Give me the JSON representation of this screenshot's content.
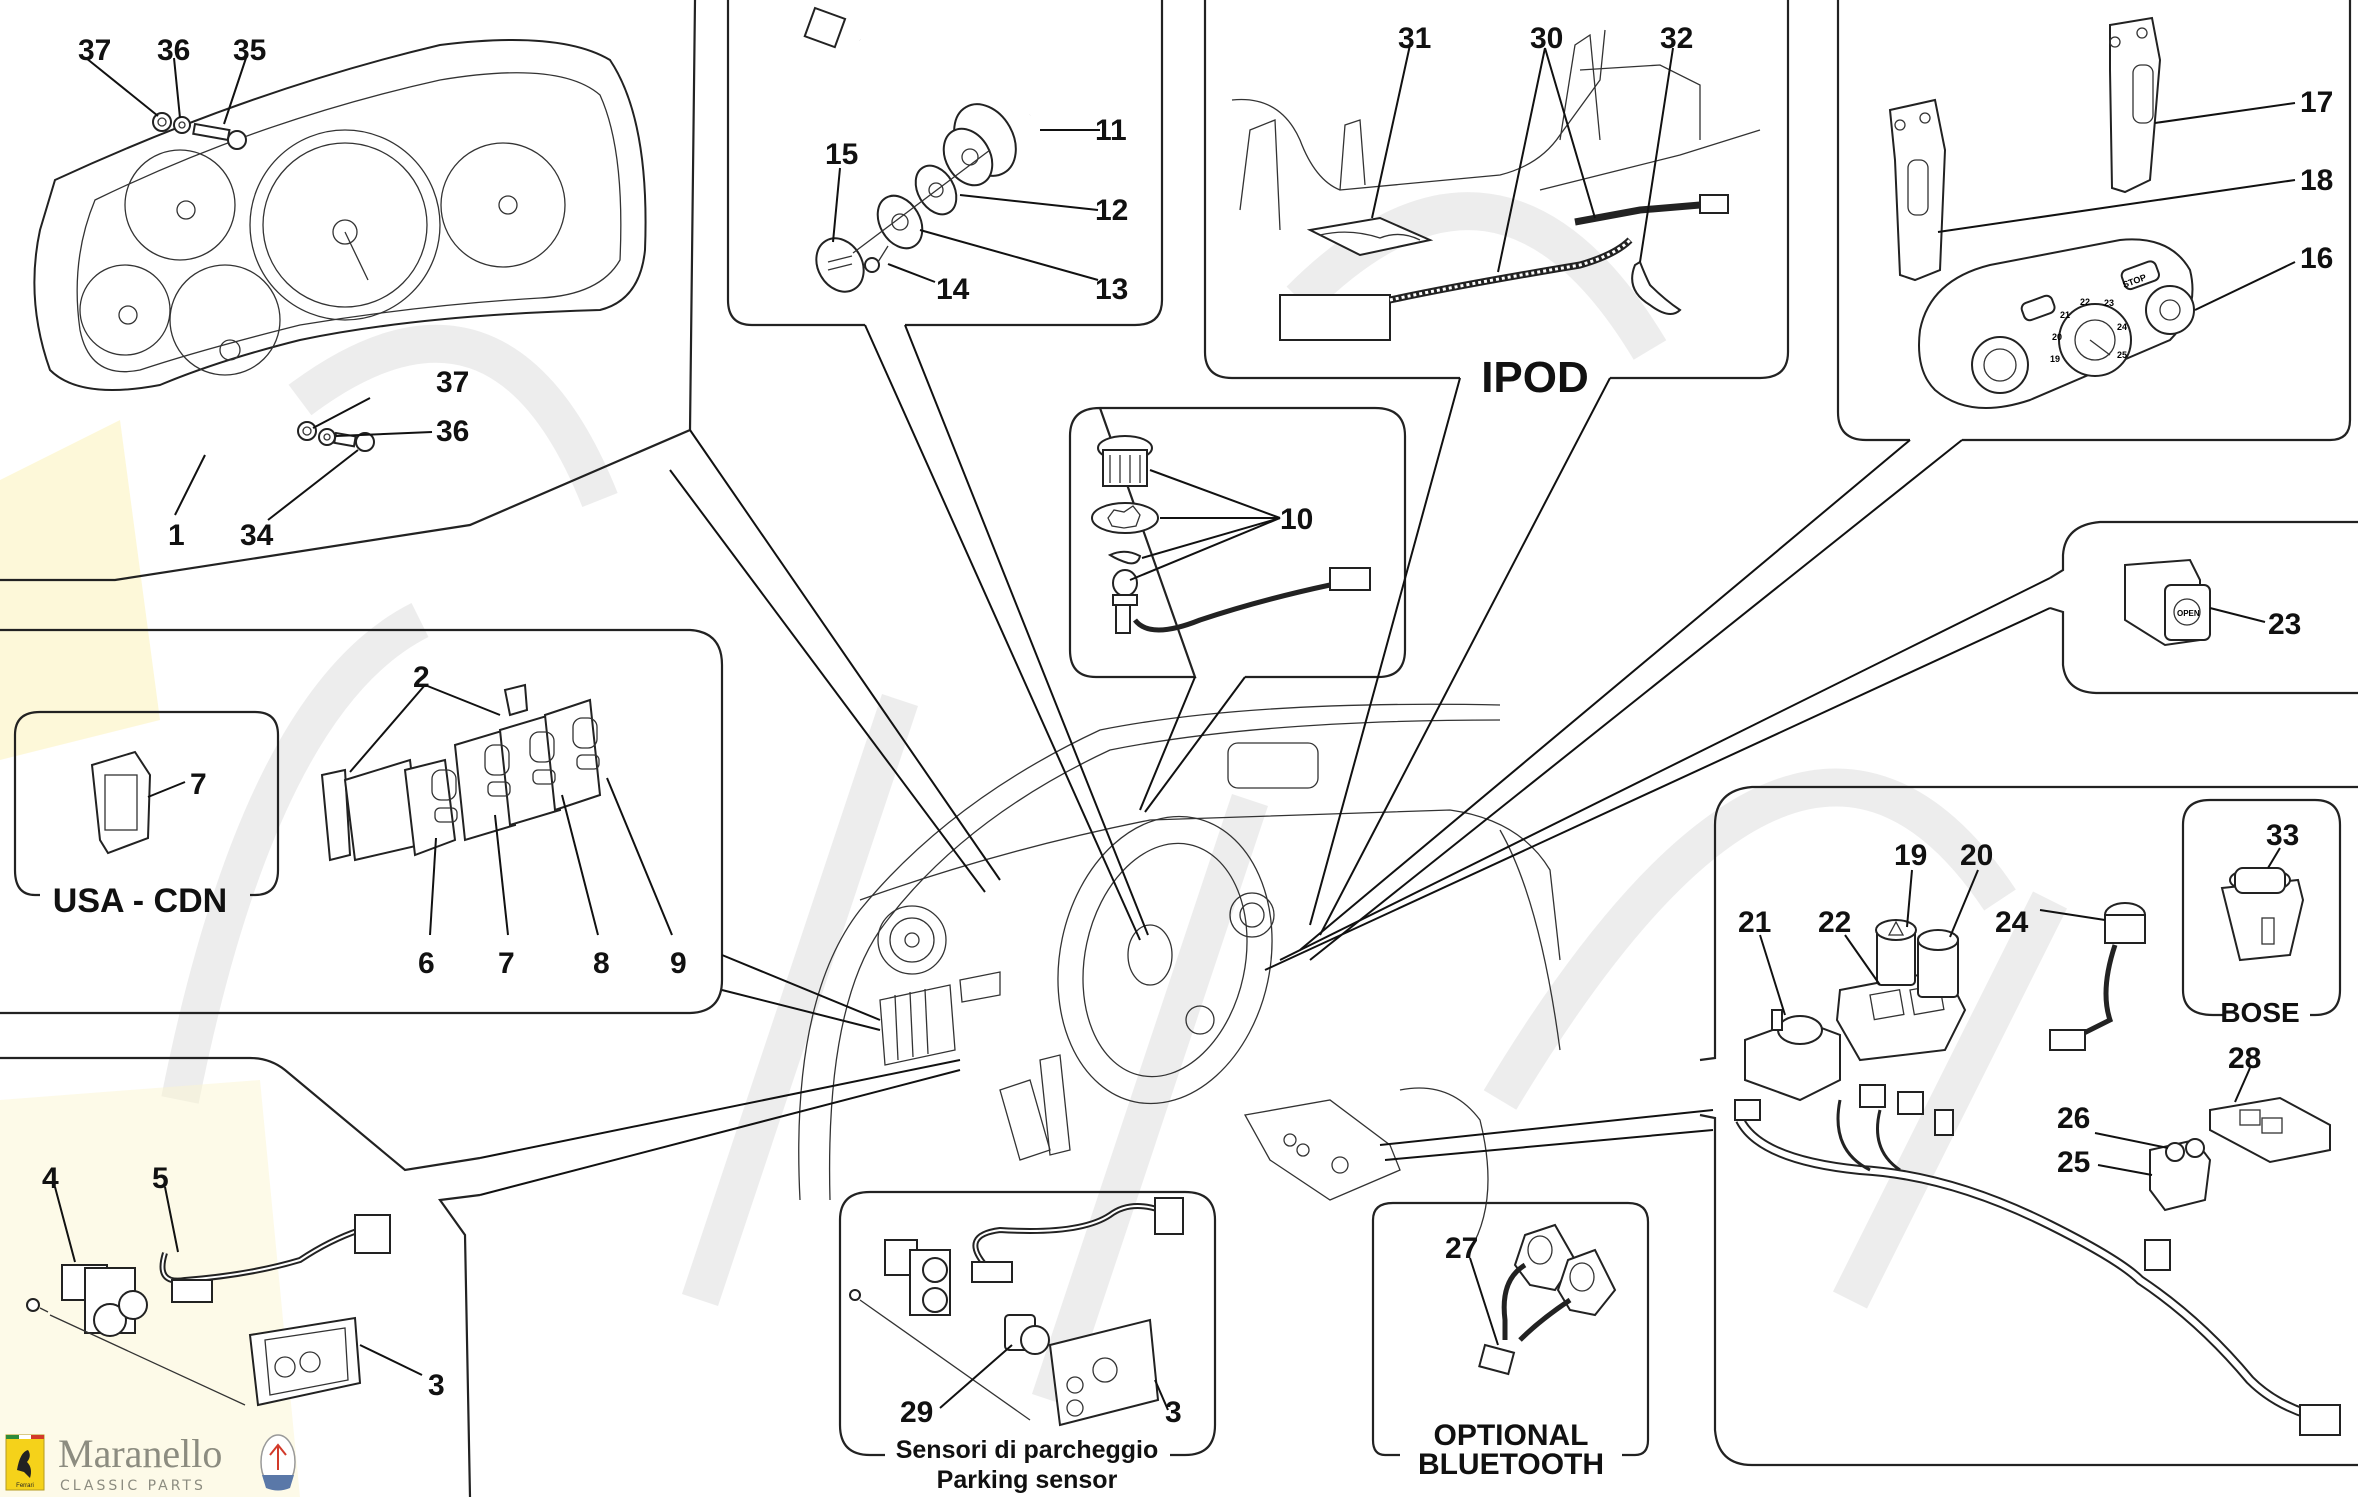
{
  "diagram": {
    "subject": "Ferrari dashboard electrical components exploded parts diagram",
    "callouts": {
      "c1": "1",
      "c2": "2",
      "c3a": "3",
      "c3b": "3",
      "c4": "4",
      "c5": "5",
      "c6": "6",
      "c7a": "7",
      "c7b": "7",
      "c8": "8",
      "c9": "9",
      "c10": "10",
      "c11": "11",
      "c12": "12",
      "c13": "13",
      "c14": "14",
      "c15": "15",
      "c16": "16",
      "c17": "17",
      "c18": "18",
      "c19": "19",
      "c20": "20",
      "c21": "21",
      "c22": "22",
      "c23": "23",
      "c24": "24",
      "c25": "25",
      "c26": "26",
      "c27": "27",
      "c28": "28",
      "c29": "29",
      "c30": "30",
      "c31": "31",
      "c32": "32",
      "c33": "33",
      "c34": "34",
      "c35": "35",
      "c36a": "36",
      "c36b": "36",
      "c37a": "37",
      "c37b": "37"
    },
    "captions": {
      "ipod": "IPOD",
      "usa_cdn": "USA - CDN",
      "parking_it": "Sensori di parcheggio",
      "parking_en": "Parking sensor",
      "bluetooth_1": "OPTIONAL",
      "bluetooth_2": "BLUETOOTH",
      "bose": "BOSE"
    },
    "hvac_labels": {
      "stop": "STOP",
      "t19": "19",
      "t20": "20",
      "t21": "21",
      "t22": "22",
      "t23": "23",
      "t24": "24",
      "t25": "25"
    },
    "switch_labels": {
      "open": "OPEN"
    }
  },
  "branding": {
    "name": "Maranello",
    "tagline": "CLASSIC PARTS",
    "ferrari_badge": "Ferrari",
    "maserati_badge": "MASERATI",
    "colors": {
      "ferrari_yellow": "#f5d21a",
      "ferrari_green": "#2e8b3a",
      "ferrari_red": "#d23a2a",
      "text_gray": "#8c8c80"
    }
  }
}
